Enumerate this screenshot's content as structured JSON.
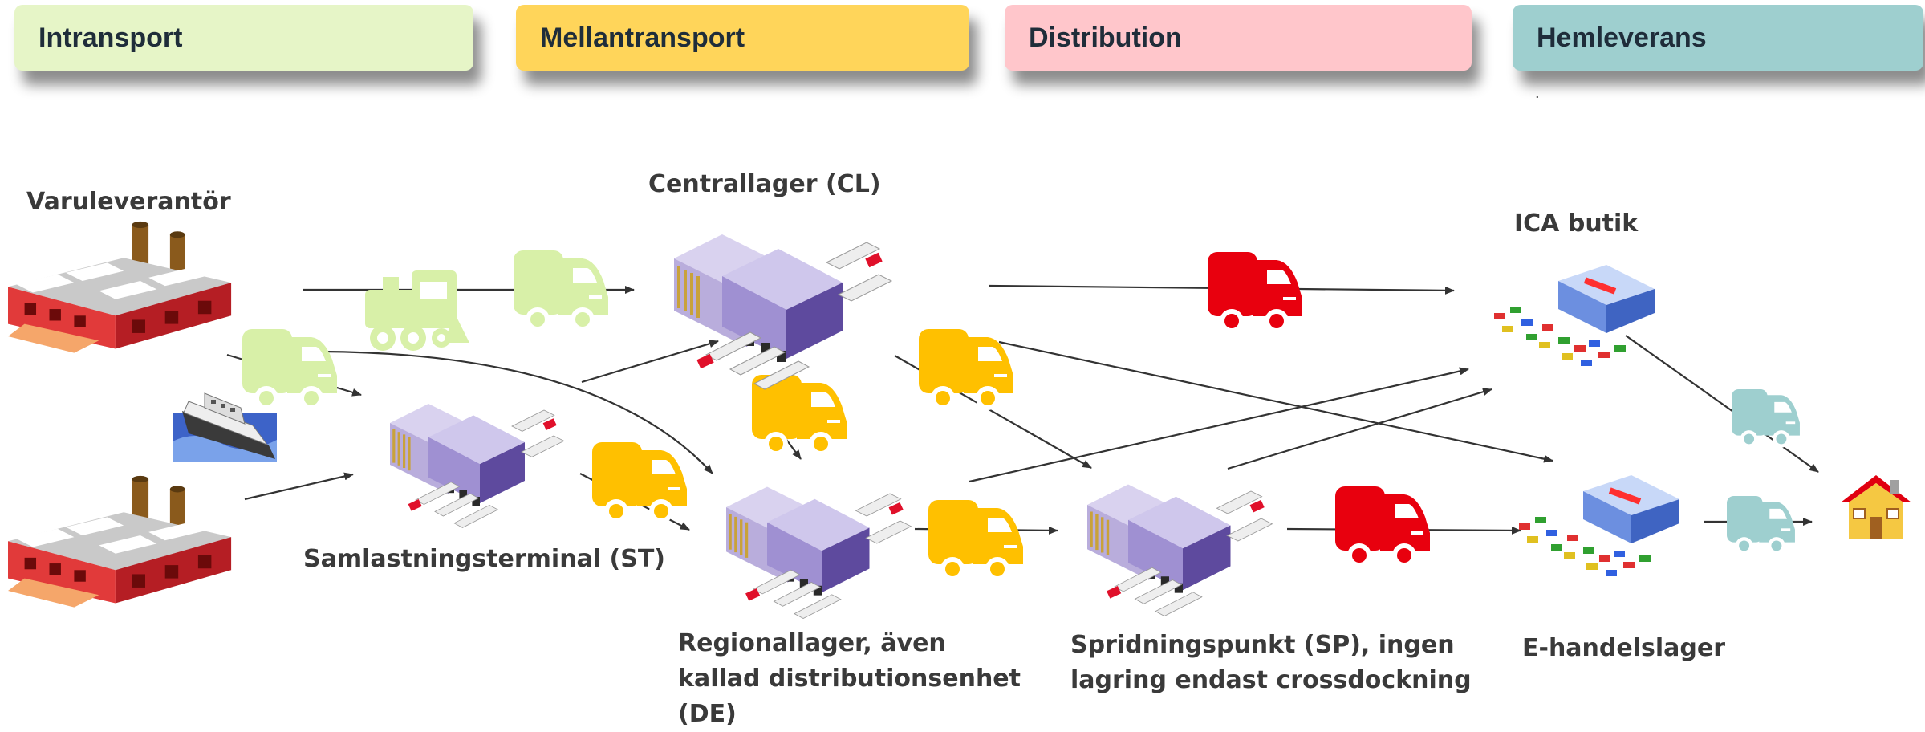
{
  "stages": [
    {
      "label": "Intransport",
      "color": "#e6f5c7"
    },
    {
      "label": "Mellantransport",
      "color": "#ffd55a"
    },
    {
      "label": "Distribution",
      "color": "#ffc6cb"
    },
    {
      "label": "Hemleverans",
      "color": "#9ecfcf"
    }
  ],
  "hemleverans_mark": ".",
  "nodes": {
    "supplier": "Varuleverantör",
    "central_warehouse": "Centrallager (CL)",
    "consolidation_terminal": "Samlastningsterminal (ST)",
    "regional_warehouse": [
      "Regionallager, även",
      "kallad distributionsenhet",
      "(DE)"
    ],
    "distribution_point": [
      "Spridningspunkt (SP), ingen",
      "lagring endast crossdockning"
    ],
    "ica_store": "ICA butik",
    "ecommerce_warehouse": "E-handelslager"
  },
  "colors": {
    "truck_green": "#d8f0a8",
    "truck_yellow": "#ffc000",
    "truck_red": "#e8000e",
    "truck_teal": "#9ecfcf",
    "arrow": "#333333"
  }
}
